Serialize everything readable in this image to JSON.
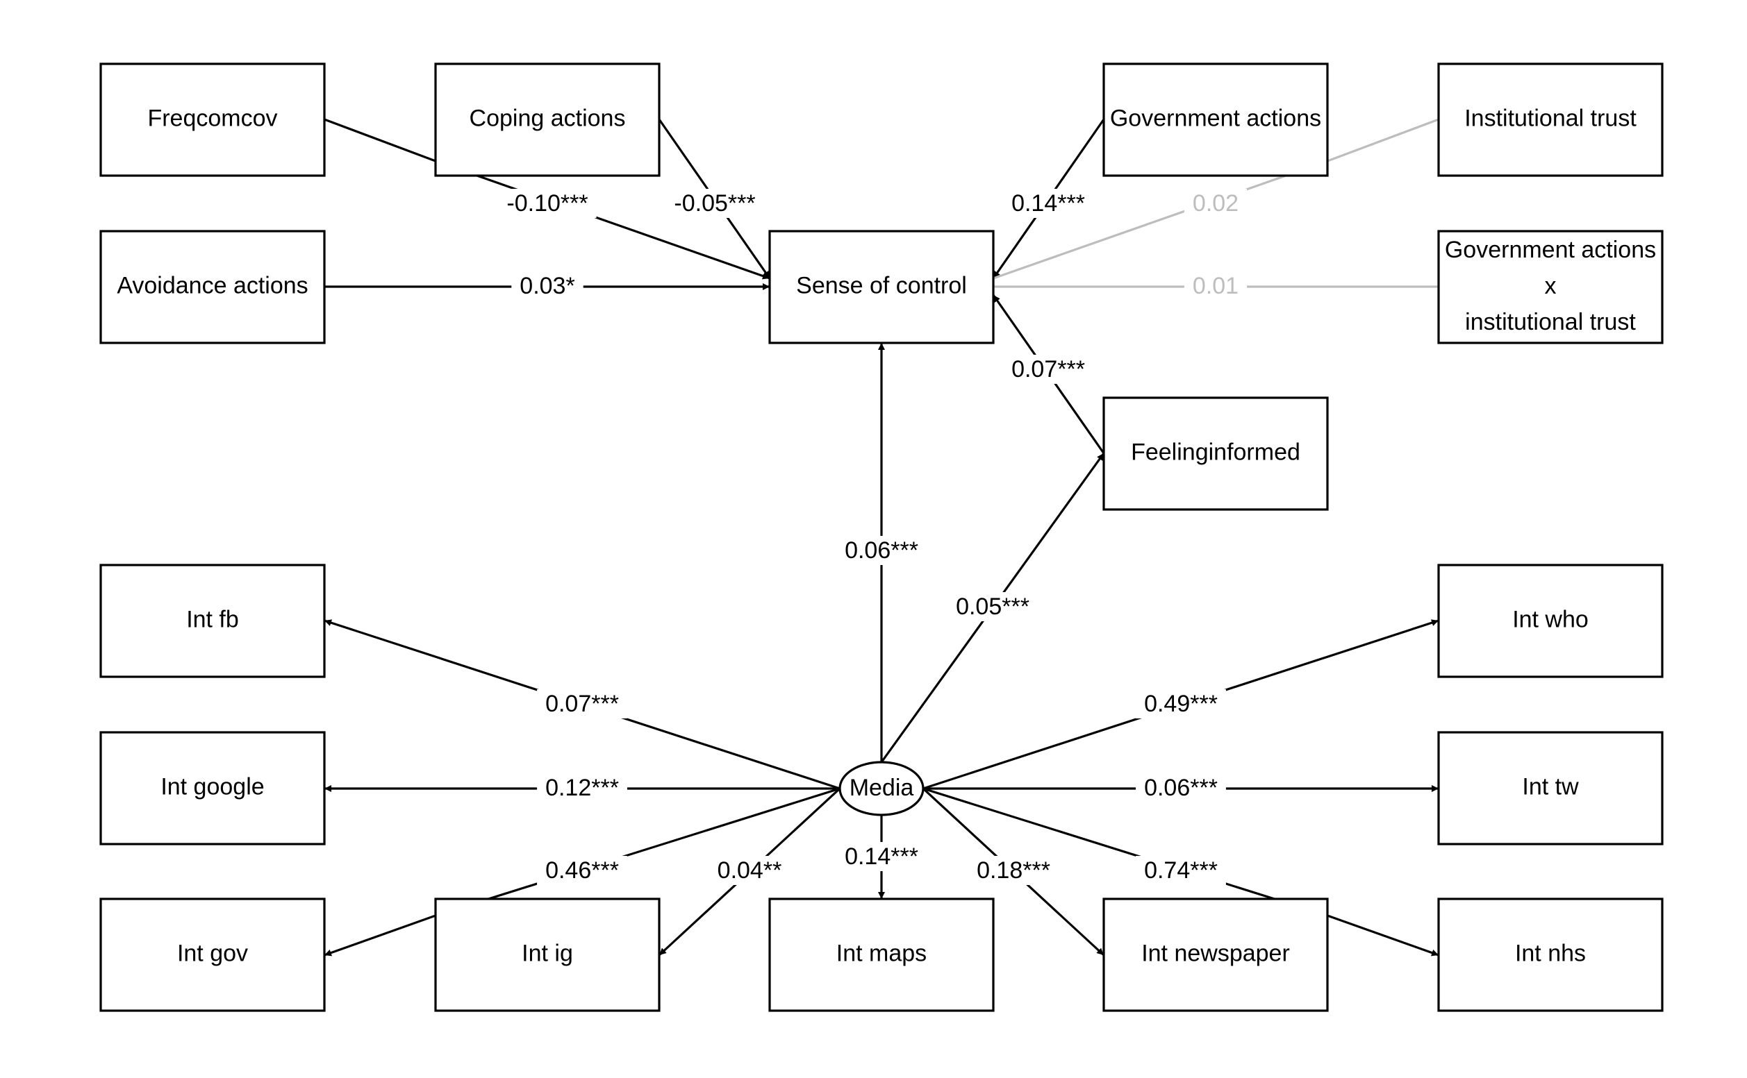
{
  "colors": {
    "significant_path": "#000000",
    "nonsignificant_path": "#bdbdbd",
    "background": "#ffffff"
  },
  "nodes": {
    "freqcomcov": "Freqcomcov",
    "coping_actions": "Coping actions",
    "government_actions": "Government actions",
    "institutional_trust": "Institutional trust",
    "avoidance_actions": "Avoidance actions",
    "sense_of_control": "Sense of control",
    "interaction_line1": "Government actions",
    "interaction_line2": "x",
    "interaction_line3": "institutional trust",
    "feelinginformed": "Feelinginformed",
    "media": "Media",
    "int_fb": "Int fb",
    "int_google": "Int google",
    "int_gov": "Int gov",
    "int_ig": "Int ig",
    "int_maps": "Int maps",
    "int_newspaper": "Int newspaper",
    "int_nhs": "Int nhs",
    "int_who": "Int who",
    "int_tw": "Int tw"
  },
  "edges": [
    {
      "id": "freqcomcov-control",
      "from": "freqcomcov",
      "to": "sense_of_control",
      "label": "-0.10***",
      "significant": true
    },
    {
      "id": "coping-control",
      "from": "coping_actions",
      "to": "sense_of_control",
      "label": "-0.05***",
      "significant": true
    },
    {
      "id": "avoidance-control",
      "from": "avoidance_actions",
      "to": "sense_of_control",
      "label": "0.03*",
      "significant": true
    },
    {
      "id": "government-control",
      "from": "government_actions",
      "to": "sense_of_control",
      "label": "0.14***",
      "significant": true
    },
    {
      "id": "trust-control",
      "from": "institutional_trust",
      "to": "sense_of_control",
      "label": "0.02",
      "significant": false
    },
    {
      "id": "interaction-control",
      "from": "interaction",
      "to": "sense_of_control",
      "label": "0.01",
      "significant": false
    },
    {
      "id": "informed-control",
      "from": "feelinginformed",
      "to": "sense_of_control",
      "label": "0.07***",
      "significant": true
    },
    {
      "id": "media-control",
      "from": "media",
      "to": "sense_of_control",
      "label": "0.06***",
      "significant": true
    },
    {
      "id": "media-informed",
      "from": "media",
      "to": "feelinginformed",
      "label": "0.05***",
      "significant": true
    },
    {
      "id": "media-fb",
      "from": "media",
      "to": "int_fb",
      "label": "0.07***",
      "significant": true
    },
    {
      "id": "media-google",
      "from": "media",
      "to": "int_google",
      "label": "0.12***",
      "significant": true
    },
    {
      "id": "media-gov",
      "from": "media",
      "to": "int_gov",
      "label": "0.46***",
      "significant": true
    },
    {
      "id": "media-ig",
      "from": "media",
      "to": "int_ig",
      "label": "0.04**",
      "significant": true
    },
    {
      "id": "media-maps",
      "from": "media",
      "to": "int_maps",
      "label": "0.14***",
      "significant": true
    },
    {
      "id": "media-newspaper",
      "from": "media",
      "to": "int_newspaper",
      "label": "0.18***",
      "significant": true
    },
    {
      "id": "media-nhs",
      "from": "media",
      "to": "int_nhs",
      "label": "0.74***",
      "significant": true
    },
    {
      "id": "media-who",
      "from": "media",
      "to": "int_who",
      "label": "0.49***",
      "significant": true
    },
    {
      "id": "media-tw",
      "from": "media",
      "to": "int_tw",
      "label": "0.06***",
      "significant": true
    }
  ]
}
